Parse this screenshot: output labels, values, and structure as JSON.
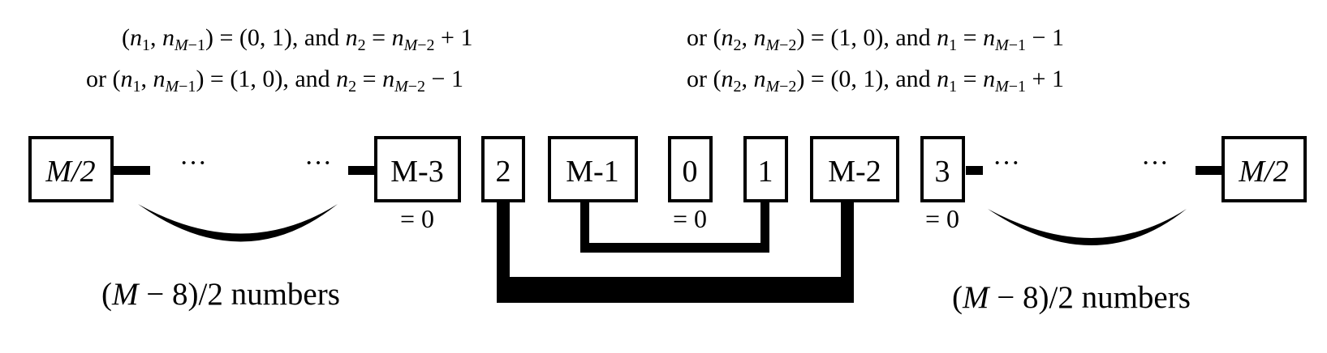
{
  "conditions": {
    "row1_left": "(n₁, n_{M−1}) = (0, 1),  and n₂ = n_{M−2} + 1",
    "row1_right": "or (n₂, n_{M−2}) = (1, 0),  and n₁ = n_{M−1} − 1",
    "row2_left": "or (n₁, n_{M−1}) = (1, 0),  and n₂ = n_{M−2} − 1",
    "row2_right": "or (n₂, n_{M−2}) = (0, 1),  and n₁ = n_{M−1} + 1"
  },
  "boxes": {
    "left_end": "M/2",
    "m3": "M-3",
    "two": "2",
    "m1": "M-1",
    "zero": "0",
    "one": "1",
    "m2": "M-2",
    "three": "3",
    "right_end": "M/2"
  },
  "dots": "···",
  "equals_zero": "= 0",
  "group_label": "(M − 8)/2 numbers"
}
